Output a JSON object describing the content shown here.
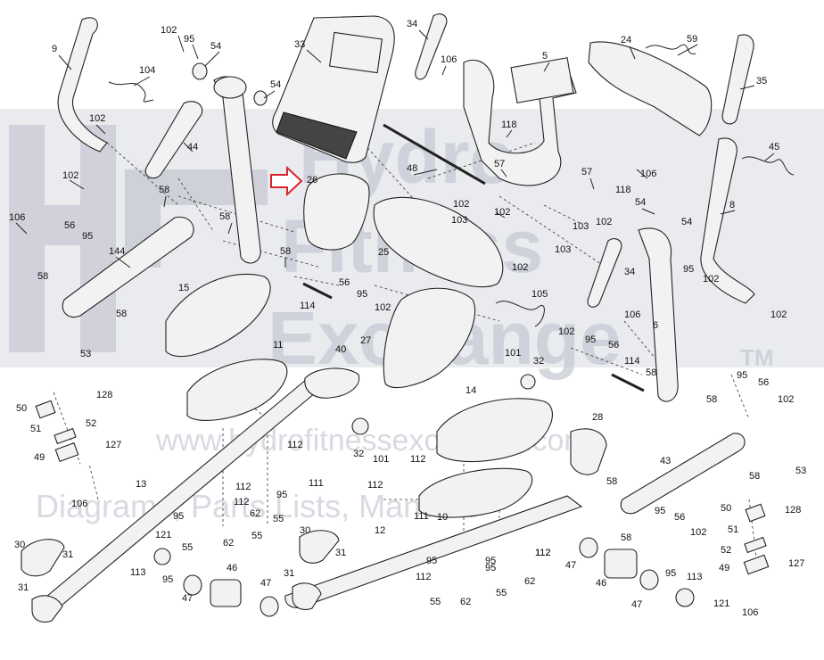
{
  "watermark": {
    "line1": "Hydro",
    "line2": "Fitness",
    "line3": "Exchange",
    "trademark": "TM",
    "url": "www.hydrofitnessexchange.com",
    "tagline": "Diagrams, Parts Lists, Manuals"
  },
  "highlight_arrow": {
    "target_label": "26",
    "color": "#d9232e"
  },
  "callouts": [
    {
      "id": "c9",
      "label": "9"
    },
    {
      "id": "c102a",
      "label": "102"
    },
    {
      "id": "c95a",
      "label": "95"
    },
    {
      "id": "c54a",
      "label": "54"
    },
    {
      "id": "c33",
      "label": "33"
    },
    {
      "id": "c34a",
      "label": "34"
    },
    {
      "id": "c106a",
      "label": "106"
    },
    {
      "id": "c5",
      "label": "5"
    },
    {
      "id": "c24",
      "label": "24"
    },
    {
      "id": "c59",
      "label": "59"
    },
    {
      "id": "c35",
      "label": "35"
    },
    {
      "id": "c104",
      "label": "104"
    },
    {
      "id": "c54b",
      "label": "54"
    },
    {
      "id": "c44",
      "label": "44"
    },
    {
      "id": "c102b",
      "label": "102"
    },
    {
      "id": "c118a",
      "label": "118"
    },
    {
      "id": "c57a",
      "label": "57"
    },
    {
      "id": "c48",
      "label": "48"
    },
    {
      "id": "c106b",
      "label": "106"
    },
    {
      "id": "c45",
      "label": "45"
    },
    {
      "id": "c102c",
      "label": "102"
    },
    {
      "id": "c26",
      "label": "26"
    },
    {
      "id": "c57b",
      "label": "57"
    },
    {
      "id": "c118b",
      "label": "118"
    },
    {
      "id": "c8",
      "label": "8"
    },
    {
      "id": "c58a",
      "label": "58"
    },
    {
      "id": "c102d",
      "label": "102"
    },
    {
      "id": "c106c",
      "label": "106"
    },
    {
      "id": "c102e",
      "label": "102"
    },
    {
      "id": "c54c",
      "label": "54"
    },
    {
      "id": "c102f",
      "label": "102"
    },
    {
      "id": "c56a",
      "label": "56"
    },
    {
      "id": "c58b",
      "label": "58"
    },
    {
      "id": "c103a",
      "label": "103"
    },
    {
      "id": "c103b",
      "label": "103"
    },
    {
      "id": "c95b",
      "label": "95"
    },
    {
      "id": "c25",
      "label": "25"
    },
    {
      "id": "c103c",
      "label": "103"
    },
    {
      "id": "c54d",
      "label": "54"
    },
    {
      "id": "c144",
      "label": "144"
    },
    {
      "id": "c102g",
      "label": "102"
    },
    {
      "id": "c95c",
      "label": "95"
    },
    {
      "id": "c58c",
      "label": "58"
    },
    {
      "id": "c102h",
      "label": "102"
    },
    {
      "id": "c34b",
      "label": "34"
    },
    {
      "id": "c58d",
      "label": "58"
    },
    {
      "id": "c15",
      "label": "15"
    },
    {
      "id": "c56b",
      "label": "56"
    },
    {
      "id": "c95d",
      "label": "95"
    },
    {
      "id": "c102i",
      "label": "102"
    },
    {
      "id": "c102j",
      "label": "102"
    },
    {
      "id": "c114a",
      "label": "114"
    },
    {
      "id": "c105",
      "label": "105"
    },
    {
      "id": "c106d",
      "label": "106"
    },
    {
      "id": "c58e",
      "label": "58"
    },
    {
      "id": "c6",
      "label": "6"
    },
    {
      "id": "c27",
      "label": "27"
    },
    {
      "id": "c102k",
      "label": "102"
    },
    {
      "id": "c95e",
      "label": "95"
    },
    {
      "id": "c56c",
      "label": "56"
    },
    {
      "id": "c11",
      "label": "11"
    },
    {
      "id": "c40",
      "label": "40"
    },
    {
      "id": "c101a",
      "label": "101"
    },
    {
      "id": "c32a",
      "label": "32"
    },
    {
      "id": "c114b",
      "label": "114"
    },
    {
      "id": "c58f",
      "label": "58"
    },
    {
      "id": "c53a",
      "label": "53"
    },
    {
      "id": "c95f",
      "label": "95"
    },
    {
      "id": "c56d",
      "label": "56"
    },
    {
      "id": "c128a",
      "label": "128"
    },
    {
      "id": "c102l",
      "label": "102"
    },
    {
      "id": "c50a",
      "label": "50"
    },
    {
      "id": "c14",
      "label": "14"
    },
    {
      "id": "c58g",
      "label": "58"
    },
    {
      "id": "c52a",
      "label": "52"
    },
    {
      "id": "c51a",
      "label": "51"
    },
    {
      "id": "c32b",
      "label": "32"
    },
    {
      "id": "c101b",
      "label": "101"
    },
    {
      "id": "c28",
      "label": "28"
    },
    {
      "id": "c127a",
      "label": "127"
    },
    {
      "id": "c49a",
      "label": "49"
    },
    {
      "id": "c112a",
      "label": "112"
    },
    {
      "id": "c112b",
      "label": "112"
    },
    {
      "id": "c43",
      "label": "43"
    },
    {
      "id": "c58h",
      "label": "58"
    },
    {
      "id": "c111a",
      "label": "111"
    },
    {
      "id": "c112c",
      "label": "112"
    },
    {
      "id": "c58i",
      "label": "58"
    },
    {
      "id": "c53b",
      "label": "53"
    },
    {
      "id": "c13",
      "label": "13"
    },
    {
      "id": "c112d",
      "label": "112"
    },
    {
      "id": "c95g",
      "label": "95"
    },
    {
      "id": "c106e",
      "label": "106"
    },
    {
      "id": "c112e",
      "label": "112"
    },
    {
      "id": "c111b",
      "label": "111"
    },
    {
      "id": "c10",
      "label": "10"
    },
    {
      "id": "c50b",
      "label": "50"
    },
    {
      "id": "c62a",
      "label": "62"
    },
    {
      "id": "c55a",
      "label": "55"
    },
    {
      "id": "c95h",
      "label": "95"
    },
    {
      "id": "c56e",
      "label": "56"
    },
    {
      "id": "c128b",
      "label": "128"
    },
    {
      "id": "c95i",
      "label": "95"
    },
    {
      "id": "c55b",
      "label": "55"
    },
    {
      "id": "c58j",
      "label": "58"
    },
    {
      "id": "c102m",
      "label": "102"
    },
    {
      "id": "c51b",
      "label": "51"
    },
    {
      "id": "c121a",
      "label": "121"
    },
    {
      "id": "c55c",
      "label": "55"
    },
    {
      "id": "c62b",
      "label": "62"
    },
    {
      "id": "c30a",
      "label": "30"
    },
    {
      "id": "c12",
      "label": "12"
    },
    {
      "id": "c52b",
      "label": "52"
    },
    {
      "id": "c30b",
      "label": "30"
    },
    {
      "id": "c112f",
      "label": "112"
    },
    {
      "id": "c31a",
      "label": "31"
    },
    {
      "id": "c113a",
      "label": "113"
    },
    {
      "id": "c46a",
      "label": "46"
    },
    {
      "id": "c31b",
      "label": "31"
    },
    {
      "id": "c31c",
      "label": "31"
    },
    {
      "id": "c95j",
      "label": "95"
    },
    {
      "id": "c95k",
      "label": "95"
    },
    {
      "id": "c47a",
      "label": "47"
    },
    {
      "id": "c49b",
      "label": "49"
    },
    {
      "id": "c127b",
      "label": "127"
    },
    {
      "id": "c31d",
      "label": "31"
    },
    {
      "id": "c47b",
      "label": "47"
    },
    {
      "id": "c95l",
      "label": "95"
    },
    {
      "id": "c47c",
      "label": "47"
    },
    {
      "id": "c112g",
      "label": "112"
    },
    {
      "id": "c55d",
      "label": "55"
    },
    {
      "id": "c62c",
      "label": "62"
    },
    {
      "id": "c46b",
      "label": "46"
    },
    {
      "id": "c113b",
      "label": "113"
    },
    {
      "id": "c95m",
      "label": "95"
    },
    {
      "id": "c47d",
      "label": "47"
    },
    {
      "id": "c121b",
      "label": "121"
    },
    {
      "id": "c106f",
      "label": "106"
    },
    {
      "id": "c55e",
      "label": "55"
    },
    {
      "id": "c62d",
      "label": "62"
    },
    {
      "id": "c95n",
      "label": "95"
    },
    {
      "id": "c112h",
      "label": "112"
    }
  ]
}
